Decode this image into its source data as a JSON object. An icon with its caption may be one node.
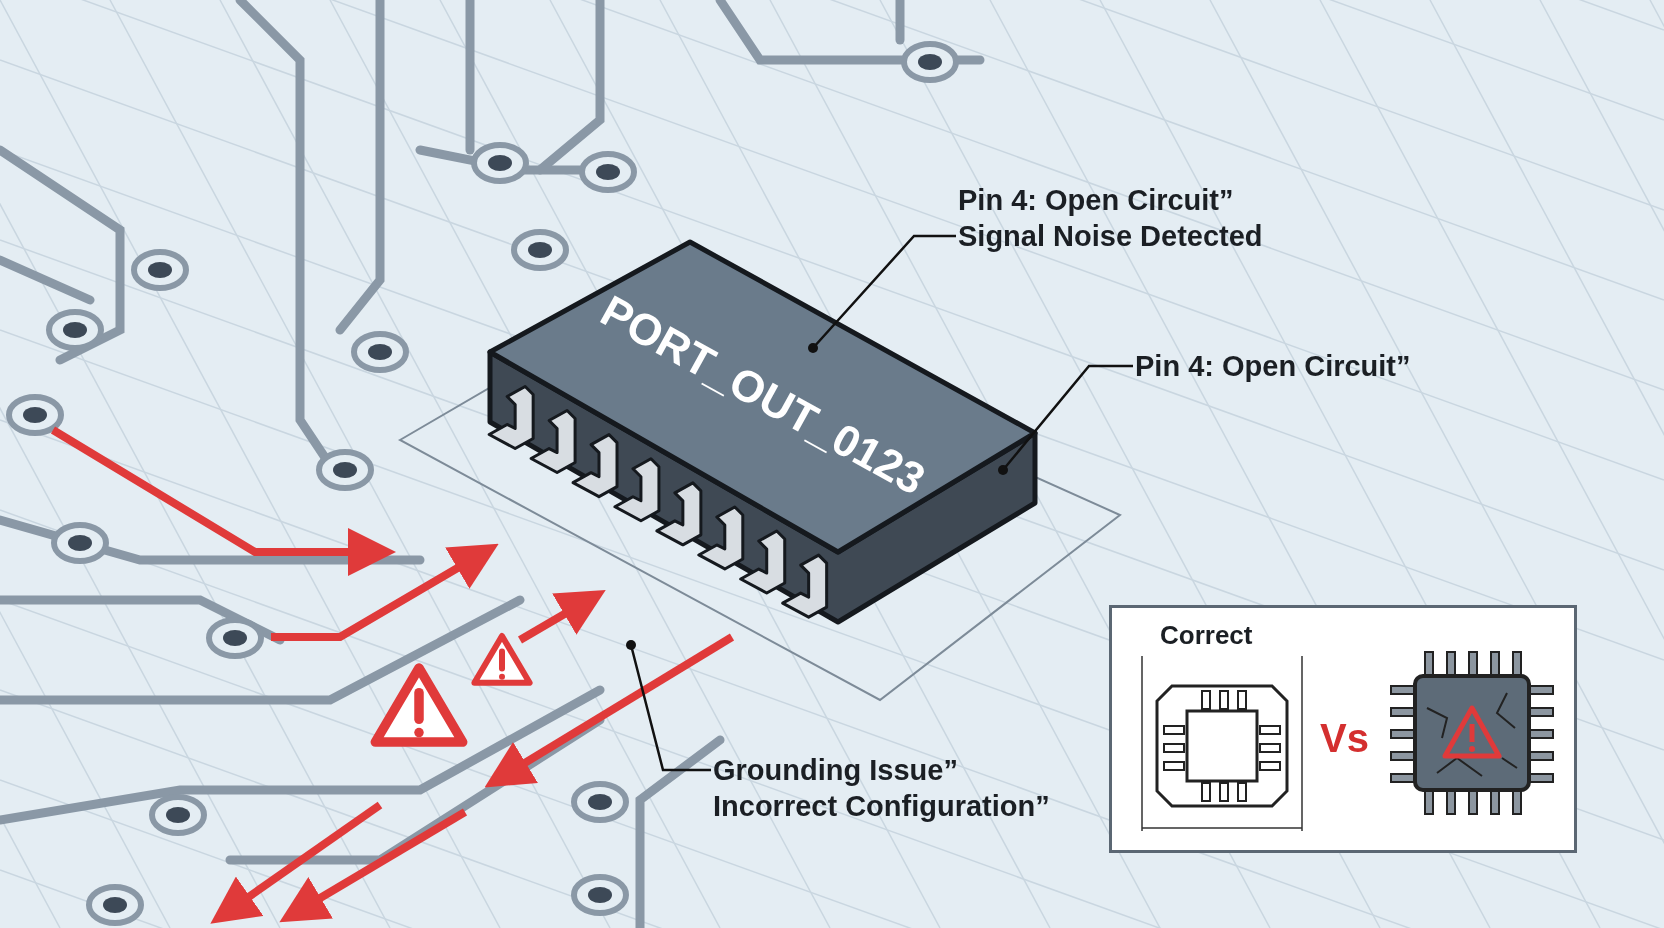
{
  "diagram": {
    "nodes": [
      {
        "text": [
          "PORT_OUT_0123"
        ]
      },
      {
        "text": [
          "Pin 4: Open Circuit”",
          "Signal Noise Detected"
        ]
      },
      {
        "text": [
          "Pin 4: Open Circuit”"
        ]
      },
      {
        "text": [
          "Grounding Issue”",
          "Incorrect Configuration”"
        ]
      },
      {
        "text": [
          "Correct",
          "Vs"
        ]
      }
    ],
    "edges": [
      {
        "from": 1,
        "to": 0,
        "arrow": "other"
      },
      {
        "from": 2,
        "to": 0,
        "arrow": "other"
      },
      {
        "from": 3,
        "to": 0,
        "arrow": "other"
      }
    ]
  }
}
